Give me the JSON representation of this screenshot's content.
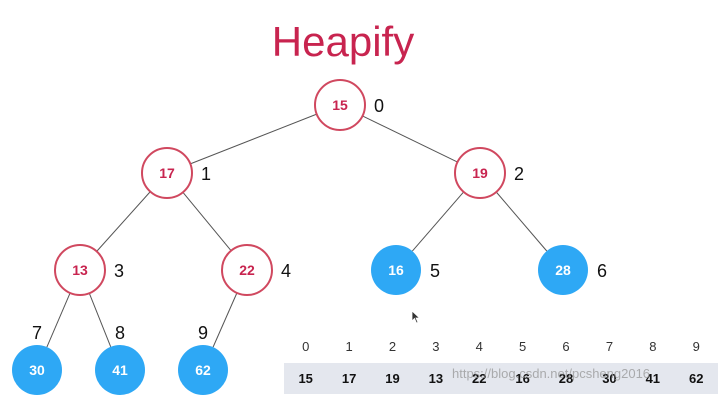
{
  "title": "Heapify",
  "colors": {
    "title": "#c8244f",
    "ring_stroke": "#d0485f",
    "ring_text": "#c8244f",
    "filled_node": "#2ea8f5",
    "filled_text": "#ffffff",
    "edge": "#555555",
    "array_bg": "#e4e7ee"
  },
  "tree": {
    "nodes": [
      {
        "index": "0",
        "value": "15",
        "style": "ring"
      },
      {
        "index": "1",
        "value": "17",
        "style": "ring"
      },
      {
        "index": "2",
        "value": "19",
        "style": "ring"
      },
      {
        "index": "3",
        "value": "13",
        "style": "ring"
      },
      {
        "index": "4",
        "value": "22",
        "style": "ring"
      },
      {
        "index": "5",
        "value": "16",
        "style": "filled"
      },
      {
        "index": "6",
        "value": "28",
        "style": "filled"
      },
      {
        "index": "7",
        "value": "30",
        "style": "filled"
      },
      {
        "index": "8",
        "value": "41",
        "style": "filled"
      },
      {
        "index": "9",
        "value": "62",
        "style": "filled"
      }
    ],
    "edges": [
      [
        0,
        1
      ],
      [
        0,
        2
      ],
      [
        1,
        3
      ],
      [
        1,
        4
      ],
      [
        2,
        5
      ],
      [
        2,
        6
      ],
      [
        3,
        7
      ],
      [
        3,
        8
      ],
      [
        4,
        9
      ]
    ]
  },
  "array": {
    "indices": [
      "0",
      "1",
      "2",
      "3",
      "4",
      "5",
      "6",
      "7",
      "8",
      "9"
    ],
    "values": [
      "15",
      "17",
      "19",
      "13",
      "22",
      "16",
      "28",
      "30",
      "41",
      "62"
    ]
  },
  "watermark": "https://blog.csdn.net/pcsheng2016"
}
